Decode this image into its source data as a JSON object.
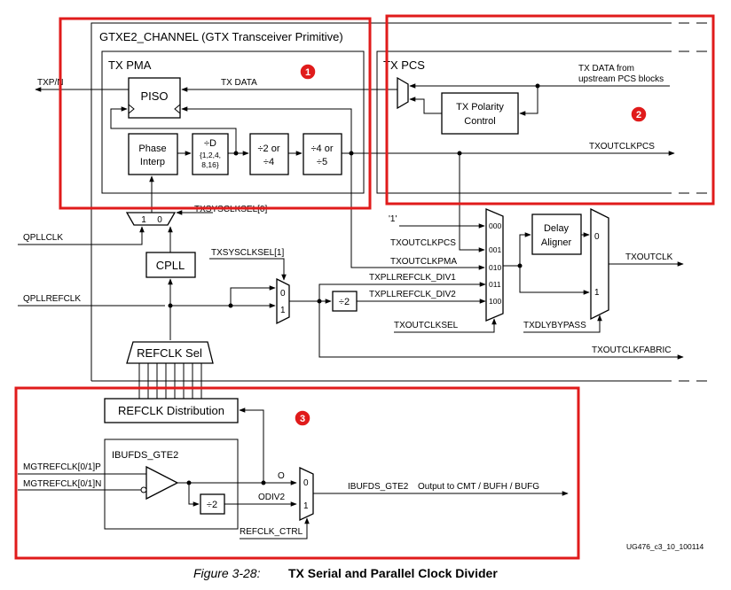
{
  "figure": {
    "caption_prefix": "Figure 3-28:",
    "caption_title": "TX Serial and Parallel Clock Divider",
    "doc_id": "UG476_c3_10_100114"
  },
  "channel": {
    "title": "GTXE2_CHANNEL (GTX Transceiver Primitive)",
    "tx_pma": "TX PMA",
    "tx_pcs": "TX PCS"
  },
  "blocks": {
    "piso": "PISO",
    "phase_interp": [
      "Phase",
      "Interp"
    ],
    "div_d": "÷D",
    "div_d_opts": [
      "{1,2,4,",
      "8,16}"
    ],
    "div2or4": [
      "÷2 or",
      "÷4"
    ],
    "div4or5": [
      "÷4 or",
      "÷5"
    ],
    "tx_polarity": [
      "TX Polarity",
      "Control"
    ],
    "cpll": "CPLL",
    "refclk_sel": "REFCLK Sel",
    "refclk_dist": "REFCLK Distribution",
    "ibufds": "IBUFDS_GTE2",
    "div2_fabric": "÷2",
    "div2_ibuf": "÷2",
    "delay_aligner": [
      "Delay",
      "Aligner"
    ]
  },
  "signals": {
    "txp_n": "TXP/N",
    "tx_data": "TX DATA",
    "tx_data_upstream": [
      "TX DATA from",
      "upstream PCS blocks"
    ],
    "txoutclkpcs_top": "TXOUTCLKPCS",
    "txsysclksel0": "TXSYSCLKSEL[0]",
    "txsysclksel1": "TXSYSCLKSEL[1]",
    "qpllclk": "QPLLCLK",
    "qpllrefclk": "QPLLREFCLK",
    "one_const": "'1'",
    "txoutclkpcs": "TXOUTCLKPCS",
    "txoutclkpma": "TXOUTCLKPMA",
    "txpllrefclk_div1": "TXPLLREFCLK_DIV1",
    "txpllrefclk_div2": "TXPLLREFCLK_DIV2",
    "txoutclksel": "TXOUTCLKSEL",
    "txdlybypass": "TXDLYBYPASS",
    "txoutclk": "TXOUTCLK",
    "txoutclkfabric": "TXOUTCLKFABRIC",
    "mgtrefclkp": "MGTREFCLK[0/1]P",
    "mgtrefclkn": "MGTREFCLK[0/1]N",
    "o_out": "O",
    "odiv2": "ODIV2",
    "ibufds_out": "IBUFDS_GTE2",
    "ibufds_out_desc": "Output to CMT / BUFH / BUFG",
    "refclk_ctrl": "REFCLK_CTRL"
  },
  "mux_labels": {
    "sel1_1": "1",
    "sel1_0": "0",
    "sys1_0": "0",
    "sys1_1": "1",
    "outsel": [
      "000",
      "001",
      "010",
      "011",
      "100"
    ],
    "dly_0": "0",
    "dly_1": "1",
    "ref_0": "0",
    "ref_1": "1"
  },
  "callouts": [
    "1",
    "2",
    "3"
  ],
  "colors": {
    "highlight": "#e01b1b",
    "callout_fill": "#e01b1b"
  }
}
